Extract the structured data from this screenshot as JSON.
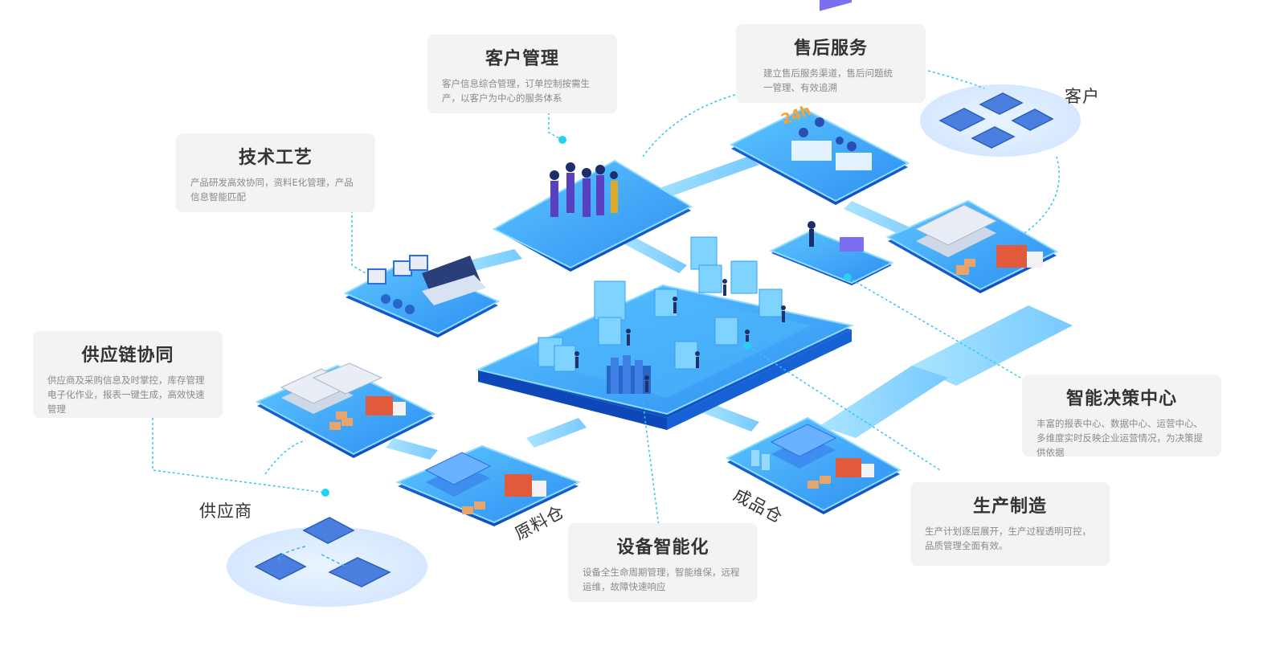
{
  "colors": {
    "platform_top": "#3aa9f7",
    "platform_side": "#1560d8",
    "platform_edge": "#69ccff",
    "road": "#7fd3ff",
    "accent": "#1f8ff0",
    "dot": "#27d0f0",
    "card_bg": "#f3f3f3",
    "title_text": "#333333",
    "desc_text": "#8a8a8a",
    "ellipse": "#dfeeff"
  },
  "cards": {
    "customer_mgmt": {
      "title": "客户管理",
      "desc": "客户信息综合管理，订单控制按需生产，以客户为中心的服务体系"
    },
    "after_sales": {
      "title": "售后服务",
      "desc": "建立售后服务渠道，售后问题统一管理、有效追溯"
    },
    "tech_process": {
      "title": "技术工艺",
      "desc": "产品研发高效协同，资料E化管理，产品信息智能匹配"
    },
    "supply_chain": {
      "title": "供应链协同",
      "desc": "供应商及采购信息及时掌控，库存管理电子化作业，报表一键生成，高效快速管理"
    },
    "decision_center": {
      "title": "智能决策中心",
      "desc": "丰富的报表中心、数据中心、运营中心、多维度实时反映企业运营情况，为决策提供依据"
    },
    "production": {
      "title": "生产制造",
      "desc": "生产计划逐层展开，生产过程透明可控，品质管理全面有效。"
    },
    "equipment": {
      "title": "设备智能化",
      "desc": "设备全生命周期管理，智能维保，远程运维，故障快速响应"
    }
  },
  "labels": {
    "customer": "客户",
    "supplier": "供应商",
    "raw_warehouse": "原料仓",
    "finished_warehouse": "成品仓"
  },
  "icons": {
    "hub": "factory-hub-icon",
    "warehouse": "warehouse-icon",
    "truck": "truck-icon",
    "robot": "robot-arm-icon",
    "laptop": "laptop-icon",
    "people": "people-icon"
  }
}
